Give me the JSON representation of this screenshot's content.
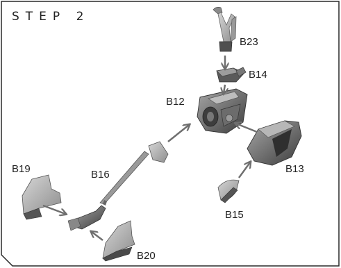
{
  "step": {
    "title": "STEP 2"
  },
  "parts": {
    "b23": "B23",
    "b14": "B14",
    "b12": "B12",
    "b13": "B13",
    "b15": "B15",
    "b16": "B16",
    "b19": "B19",
    "b20": "B20"
  },
  "colors": {
    "frame": "#2a2a2a",
    "arrow": "#6f6f6f",
    "part_light": "#b8b8b8",
    "part_mid": "#8c8c8c",
    "part_dark": "#4a4a4a"
  }
}
